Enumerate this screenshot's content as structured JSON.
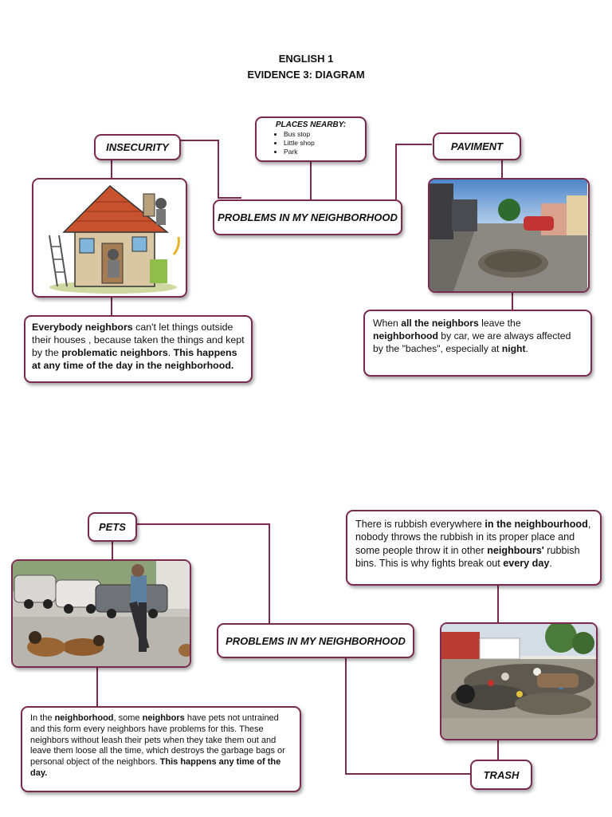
{
  "header": {
    "line1": "ENGLISH 1",
    "line2": "EVIDENCE 3: DIAGRAM"
  },
  "top": {
    "center_label": "PROBLEMS IN MY NEIGHBORHOOD",
    "places": {
      "title": "PLACES NEARBY:",
      "items": [
        "Bus stop",
        "Little shop",
        "Park"
      ]
    },
    "insecurity": {
      "label": "INSECURITY",
      "text": [
        {
          "b": true,
          "t": "Everybody neighbors"
        },
        {
          "b": false,
          "t": " can't let things outside their  houses , because taken the things and kept by the "
        },
        {
          "b": true,
          "t": "problematic neighbors"
        },
        {
          "b": false,
          "t": ". "
        },
        {
          "b": true,
          "t": "This happens at any time of the day in the neighborhood."
        }
      ]
    },
    "paviment": {
      "label": "PAVIMENT",
      "text": [
        {
          "b": false,
          "t": "When "
        },
        {
          "b": true,
          "t": "all the neighbors"
        },
        {
          "b": false,
          "t": " leave the "
        },
        {
          "b": true,
          "t": "neighborhood"
        },
        {
          "b": false,
          "t": " by car, we are always affected by the \"baches\", especially at "
        },
        {
          "b": true,
          "t": "night"
        },
        {
          "b": false,
          "t": "."
        }
      ]
    }
  },
  "bottom": {
    "center_label": "PROBLEMS IN MY NEIGHBORHOOD",
    "pets": {
      "label": "PETS",
      "text": [
        {
          "b": false,
          "t": "In the "
        },
        {
          "b": true,
          "t": "neighborhood"
        },
        {
          "b": false,
          "t": ", some "
        },
        {
          "b": true,
          "t": "neighbors"
        },
        {
          "b": false,
          "t": " have pets not untrained and this form every neighbors have problems for this. These neighbors without leash their pets when they take them out and leave them loose all the time, which destroys the garbage bags or personal object of the neighbors. "
        },
        {
          "b": true,
          "t": "This happens any time of the day."
        }
      ]
    },
    "trash": {
      "label": "TRASH",
      "text": [
        {
          "b": false,
          "t": "There is rubbish everywhere "
        },
        {
          "b": true,
          "t": "in the neighbourhood"
        },
        {
          "b": false,
          "t": ", nobody throws the rubbish in its proper place and some people throw it in other "
        },
        {
          "b": true,
          "t": "neighbours'"
        },
        {
          "b": false,
          "t": " rubbish bins. This is why fights break out "
        },
        {
          "b": true,
          "t": "every day"
        },
        {
          "b": false,
          "t": "."
        }
      ]
    }
  },
  "colors": {
    "border": "#7a2a4e"
  }
}
